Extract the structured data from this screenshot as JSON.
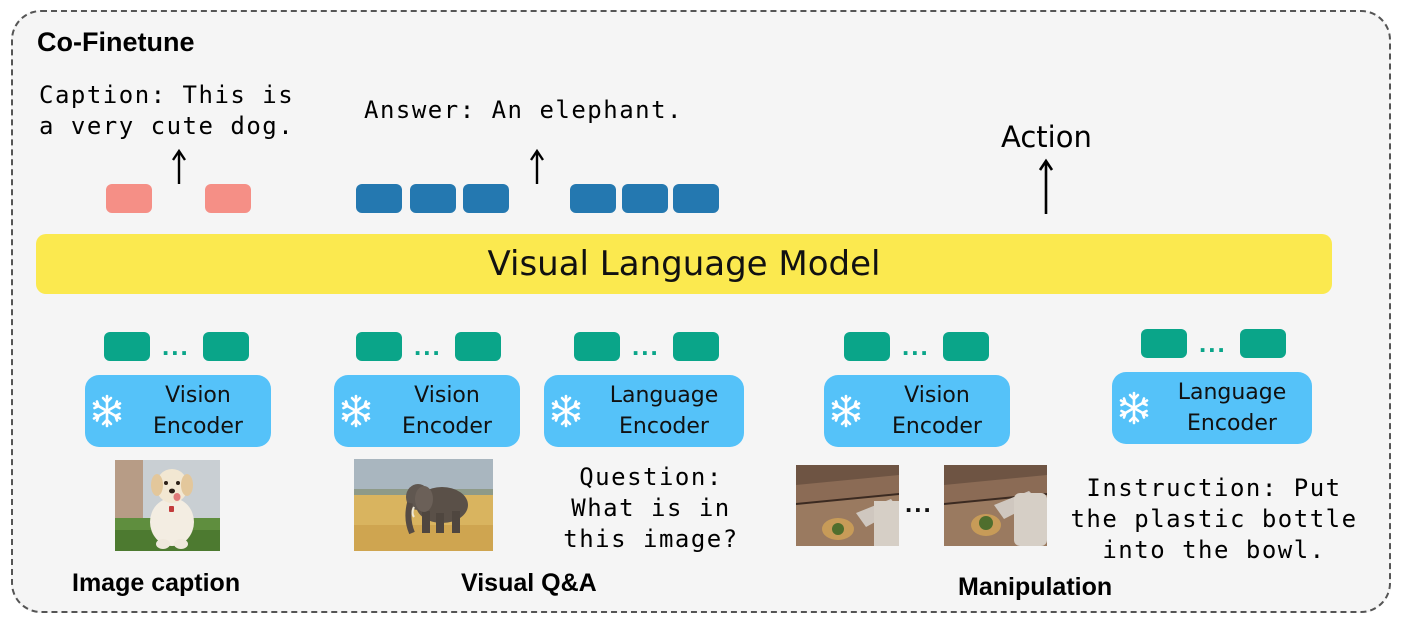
{
  "title": "Co-Finetune",
  "outputs": {
    "caption": [
      "Caption: This is",
      "a very cute dog."
    ],
    "answer": "Answer: An elephant.",
    "action": "Action"
  },
  "model": {
    "label": "Visual Language Model",
    "color": "#fbe94f"
  },
  "tokens": {
    "ellipsis": "...",
    "colors": {
      "caption": "#f58f86",
      "answer": "#2478b0",
      "input": "#0aa589"
    }
  },
  "encoders": {
    "vision": [
      "Vision",
      "Encoder"
    ],
    "language": [
      "Language",
      "Encoder"
    ],
    "color": "#55c2f9",
    "icon": "snowflake-icon"
  },
  "inputs": {
    "question": [
      "Question:",
      "What is in",
      "this image?"
    ],
    "instruction": [
      "Instruction: Put",
      "the plastic bottle",
      "into the bowl."
    ]
  },
  "sections": {
    "caption": "Image caption",
    "vqa": "Visual Q&A",
    "manipulation": "Manipulation"
  }
}
